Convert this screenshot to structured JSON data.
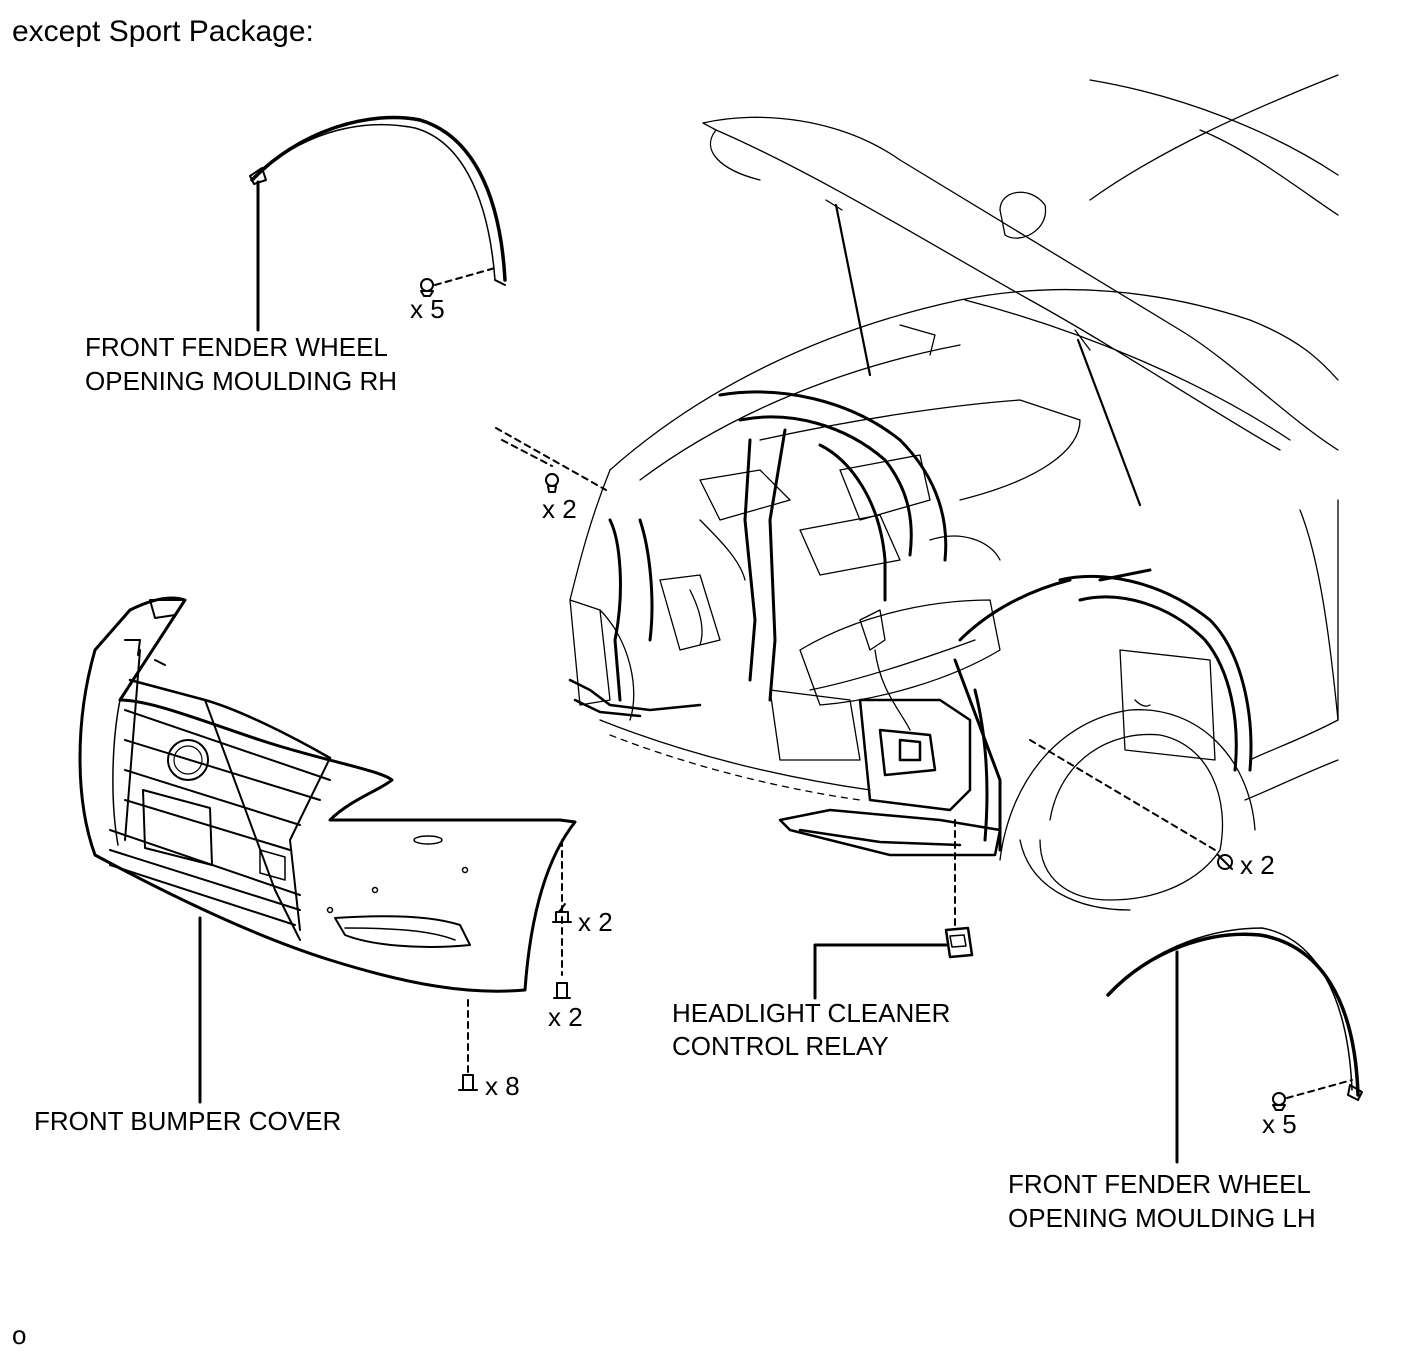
{
  "heading": "except Sport Package:",
  "footer_mark": "o",
  "parts": {
    "moulding_rh": [
      "FRONT FENDER WHEEL",
      "OPENING MOULDING RH"
    ],
    "moulding_lh": [
      "FRONT FENDER WHEEL",
      "OPENING MOULDING LH"
    ],
    "bumper_cover": "FRONT BUMPER COVER",
    "relay": [
      "HEADLIGHT CLEANER",
      "CONTROL RELAY"
    ]
  },
  "quantities": {
    "rh_screws": "x 5",
    "upper_clips": "x 2",
    "fender_clips": "x 2",
    "bumper_clips": "x 2",
    "bumper_screws": "x 2",
    "lower_screws": "x 8",
    "lh_screws": "x 5"
  },
  "colors": {
    "line": "#000000",
    "background": "#ffffff"
  }
}
